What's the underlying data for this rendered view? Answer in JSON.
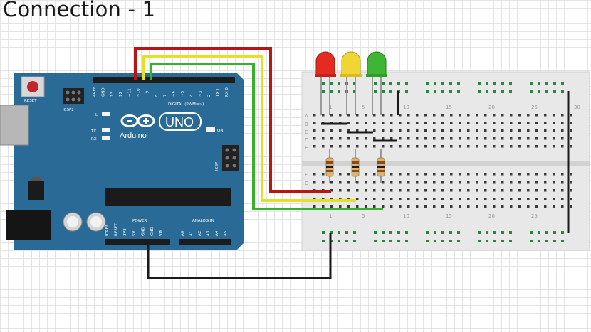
{
  "title": "Connection - 1",
  "colors": {
    "board": "#2a6a96",
    "led_red": "#e32b22",
    "led_yellow": "#f1d532",
    "led_green": "#3fb535",
    "wire_red": "#b81515",
    "wire_yellow": "#e4e028",
    "wire_green": "#35b229",
    "wire_black": "#1a1a1a",
    "breadboard": "#e8e8e8",
    "hole_green": "#1e8a3a"
  },
  "arduino": {
    "reset_label": "RESET",
    "icsp2_label": "ICSP2",
    "led_l_label": "L",
    "tx_label": "TX",
    "rx_label": "RX",
    "logo_text": "UNO",
    "brand_text": "Arduino",
    "on_label": "ON",
    "digital_label": "DIGITAL (PWM=~)",
    "icsp_label": "ICSP",
    "power_label": "POWER",
    "analog_label": "ANALOG IN",
    "top_pins": [
      "AREF",
      "GND",
      "13",
      "12",
      "~11",
      "~10",
      "~9",
      "8",
      "7",
      "~6",
      "~5",
      "4",
      "~3",
      "2",
      "TX 1",
      "RX 0"
    ],
    "power_pins": [
      "IOREF",
      "RESET",
      "3V3",
      "5V",
      "GND",
      "GND",
      "VIN"
    ],
    "analog_pins": [
      "A0",
      "A1",
      "A2",
      "A3",
      "A4",
      "A5"
    ]
  },
  "breadboard": {
    "rows_top": [
      "A",
      "B",
      "C",
      "D",
      "E"
    ],
    "rows_bottom": [
      "F",
      "G"
    ],
    "top_numbers": [
      "1",
      "5",
      "10",
      "15",
      "20",
      "25",
      "30"
    ],
    "bottom_numbers": [
      "1",
      "5",
      "10",
      "15",
      "20",
      "25"
    ]
  },
  "components": {
    "leds": [
      "red",
      "yellow",
      "green"
    ],
    "resistors": 3
  }
}
